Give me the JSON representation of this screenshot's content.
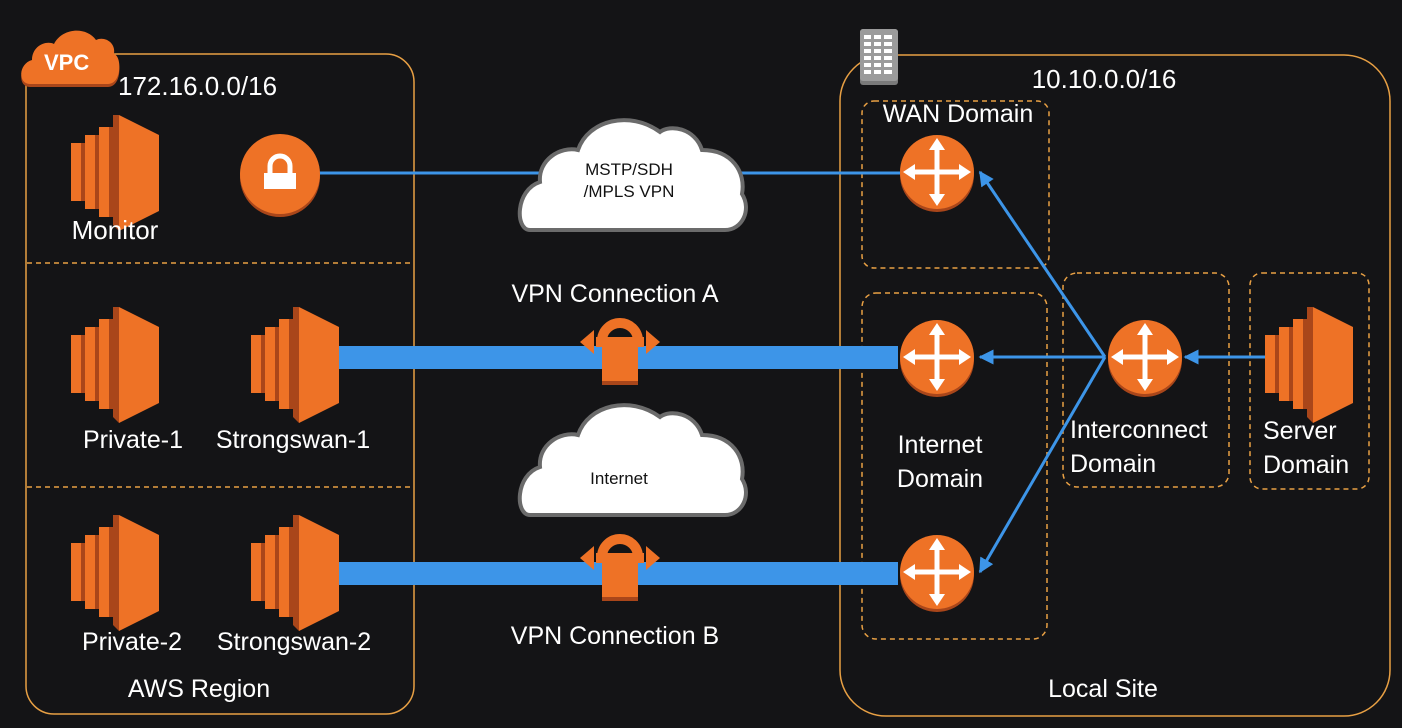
{
  "colors": {
    "background": "#141416",
    "aws_orange": "#EE7226",
    "aws_orange_dark": "#A9461A",
    "border_orange": "#E8A044",
    "link_blue": "#3D95E8",
    "cloud_fill": "#FFFFFF",
    "cloud_stroke": "#6B6B6B"
  },
  "aws": {
    "badge": "VPC",
    "cidr": "172.16.0.0/16",
    "region_label": "AWS Region",
    "nodes": {
      "monitor": "Monitor",
      "private1": "Private-1",
      "strongswan1": "Strongswan-1",
      "private2": "Private-2",
      "strongswan2": "Strongswan-2"
    }
  },
  "middle": {
    "mstp_cloud_line1": "MSTP/SDH",
    "mstp_cloud_line2": "/MPLS VPN",
    "internet_cloud": "Internet",
    "vpn_a": "VPN Connection A",
    "vpn_b": "VPN Connection B"
  },
  "local": {
    "cidr": "10.10.0.0/16",
    "site_label": "Local Site",
    "wan_domain": "WAN Domain",
    "internet_domain_line1": "Internet",
    "internet_domain_line2": "Domain",
    "interconnect_domain_line1": "Interconnect",
    "interconnect_domain_line2": "Domain",
    "server_domain_line1": "Server",
    "server_domain_line2": "Domain"
  }
}
